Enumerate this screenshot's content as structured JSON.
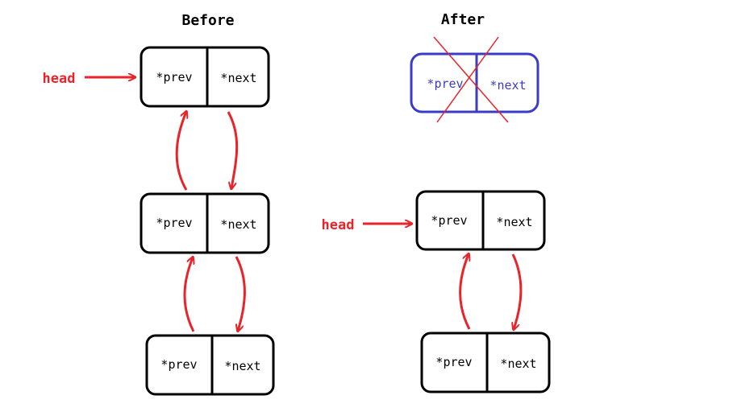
{
  "diagram": {
    "titles": {
      "before": "Before",
      "after": "After"
    },
    "head_label": "head",
    "field_labels": {
      "prev": "*prev",
      "next": "*next"
    },
    "colors": {
      "stroke": "#000000",
      "arrow": "#e8232a",
      "deleted": "#3b3bc8",
      "cross": "#e8232a",
      "text": "#000000"
    }
  }
}
